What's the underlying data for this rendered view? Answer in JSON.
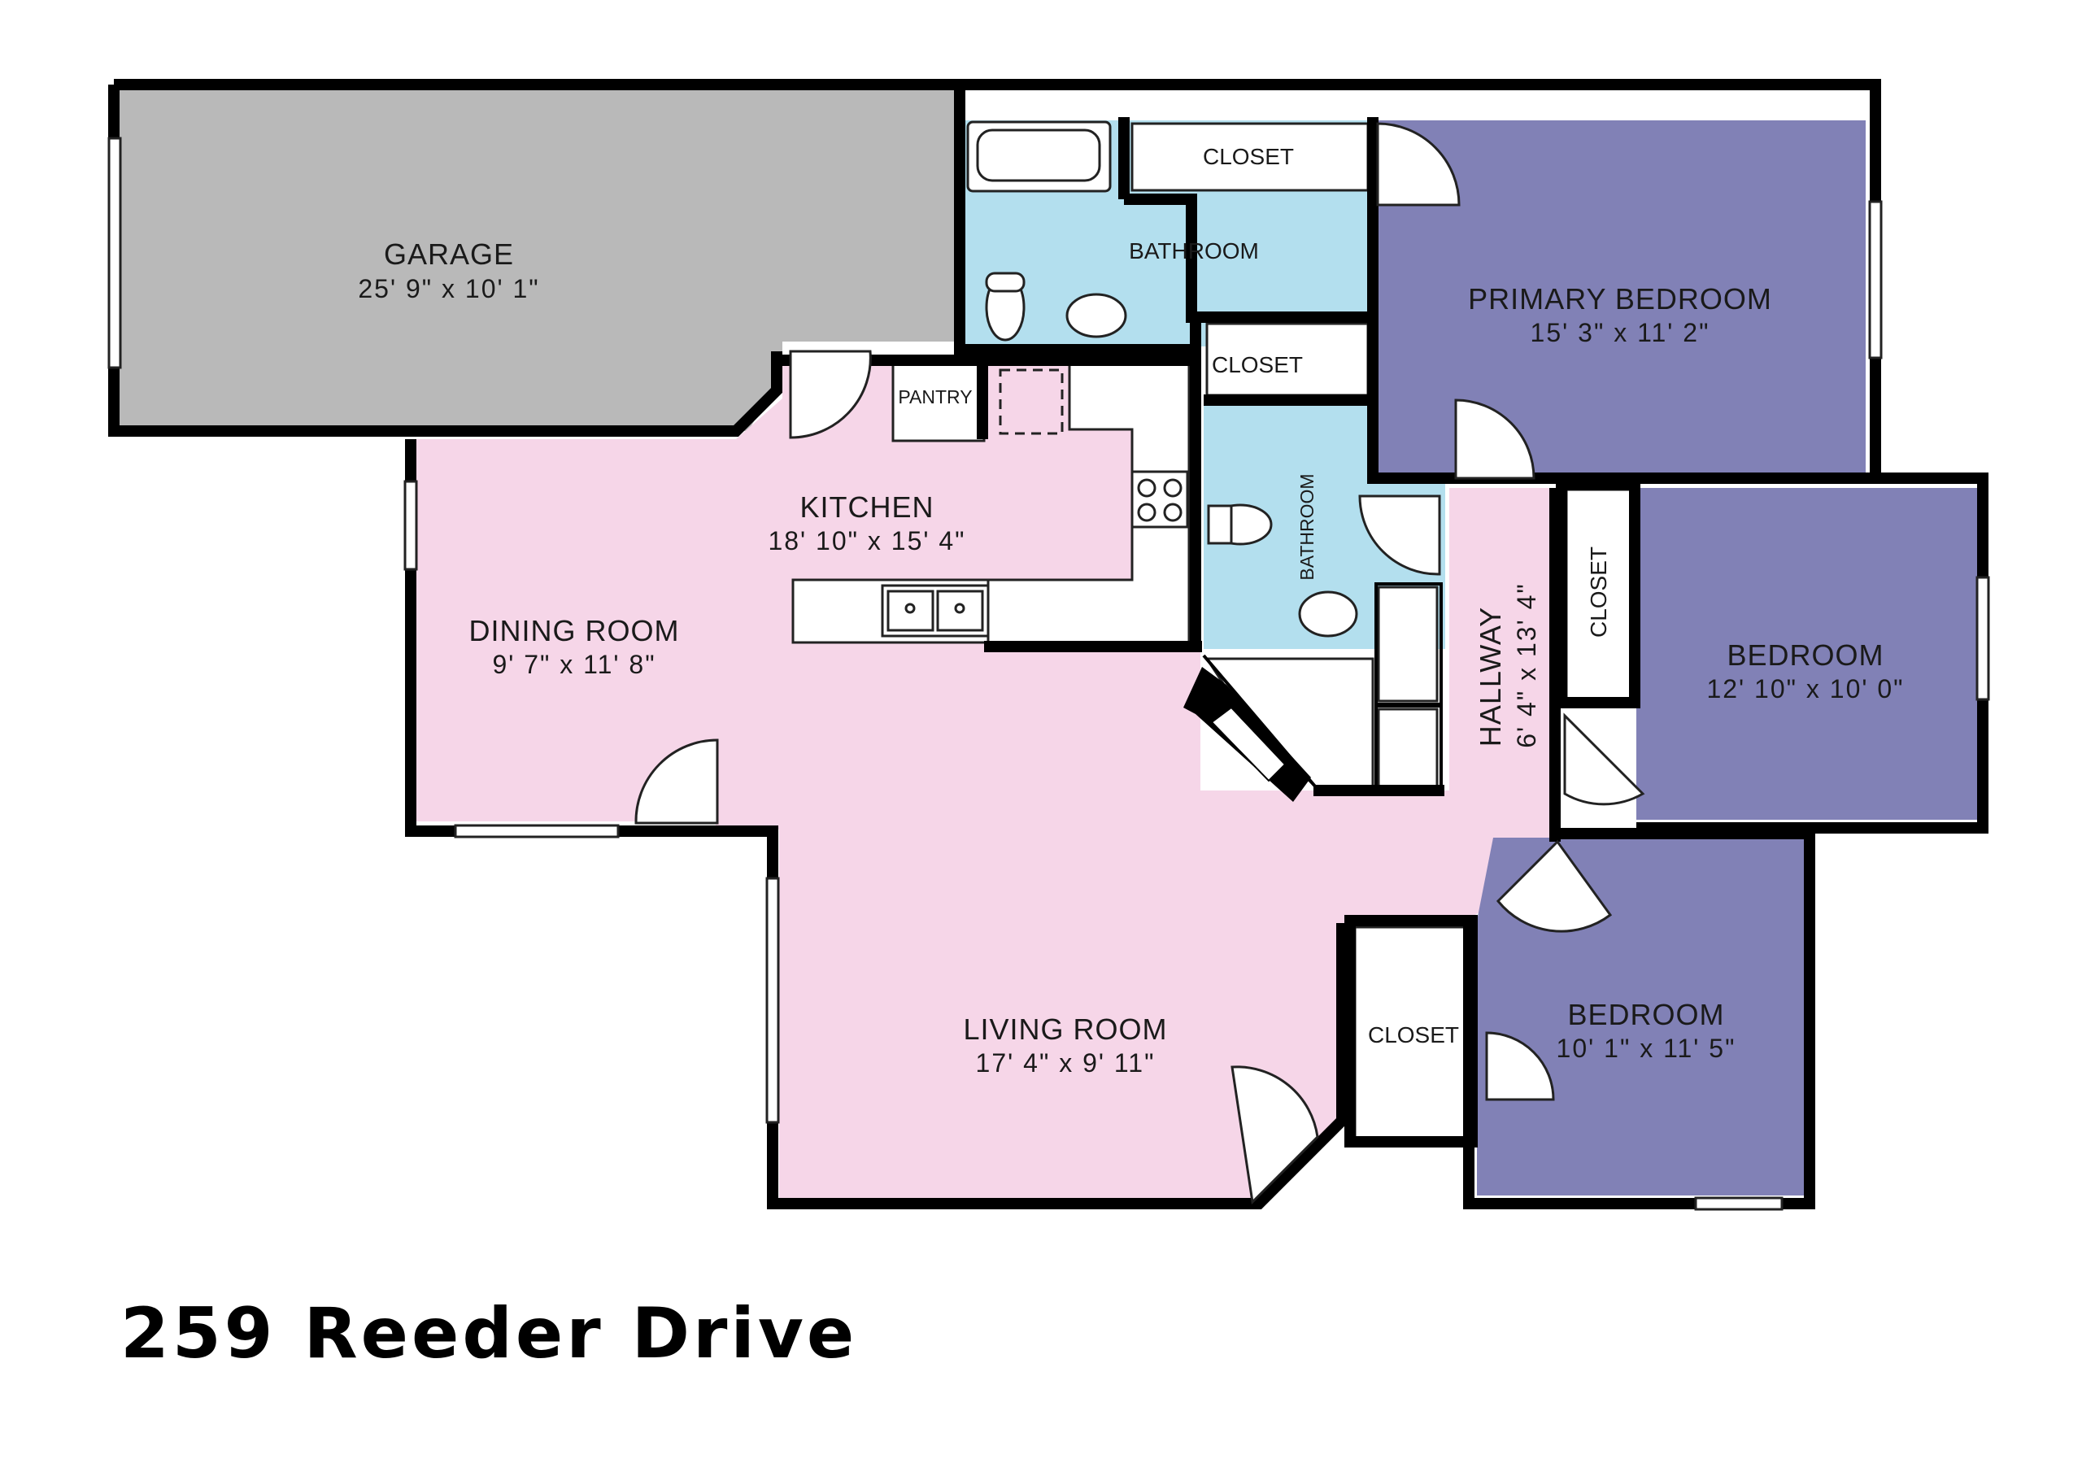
{
  "title": "259 Reeder Drive",
  "colors": {
    "garage": "#b9b9b9",
    "living": "#f6d6e8",
    "bath": "#b3dfee",
    "bedroom": "#8181b6",
    "wall": "#000000"
  },
  "rooms": {
    "garage": {
      "name": "GARAGE",
      "dim": "25' 9\" x 10' 1\""
    },
    "bathroom_top": {
      "name": "BATHROOM"
    },
    "closet_top": {
      "name": "CLOSET"
    },
    "primary_bedroom": {
      "name": "PRIMARY BEDROOM",
      "dim": "15' 3\" x 11' 2\""
    },
    "closet_mid": {
      "name": "CLOSET"
    },
    "pantry": {
      "name": "PANTRY"
    },
    "kitchen": {
      "name": "KITCHEN",
      "dim": "18' 10\" x 15' 4\""
    },
    "bathroom_mid": {
      "name": "BATHROOM"
    },
    "hallway": {
      "name": "HALLWAY",
      "dim": "6' 4\" x 13' 4\""
    },
    "closet_bed": {
      "name": "CLOSET"
    },
    "bedroom_right": {
      "name": "BEDROOM",
      "dim": "12' 10\" x 10' 0\""
    },
    "dining_room": {
      "name": "DINING ROOM",
      "dim": "9' 7\" x 11' 8\""
    },
    "living_room": {
      "name": "LIVING ROOM",
      "dim": "17' 4\" x 9' 11\""
    },
    "closet_low": {
      "name": "CLOSET"
    },
    "bedroom_low": {
      "name": "BEDROOM",
      "dim": "10' 1\" x 11' 5\""
    }
  }
}
